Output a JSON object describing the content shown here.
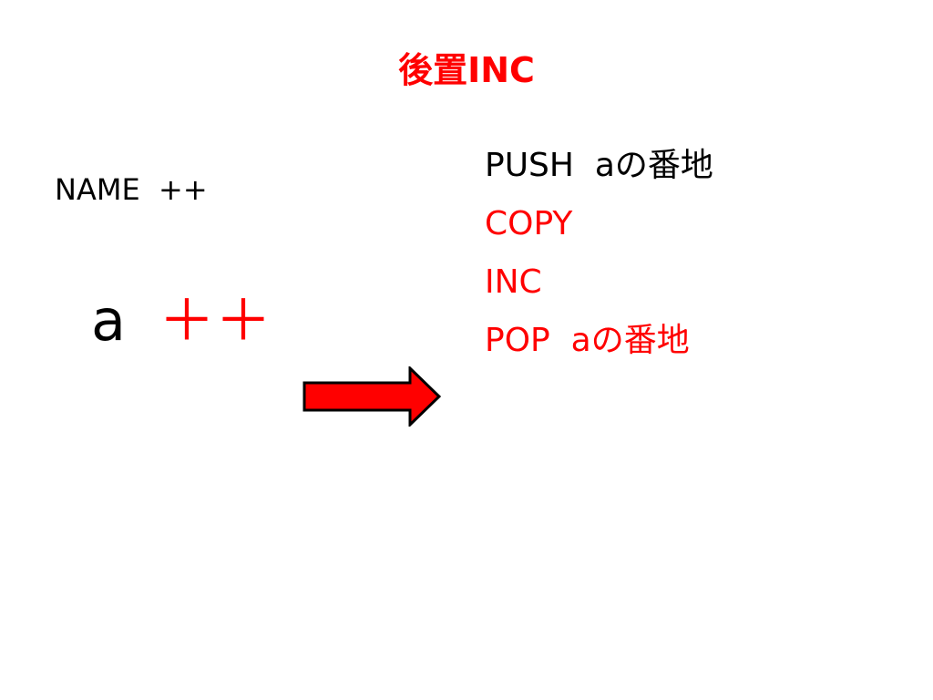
{
  "colors": {
    "accent": "#ff0000",
    "text": "#000000",
    "background": "#ffffff"
  },
  "slide": {
    "title": "後置INC",
    "syntax_rule": "NAME  ++",
    "expression": {
      "operand": "a",
      "operator": "＋＋"
    },
    "arrow_icon": "right-arrow-icon",
    "code": [
      {
        "text": "PUSH  aの番地",
        "color": "#000000"
      },
      {
        "text": "COPY",
        "color": "#ff0000"
      },
      {
        "text": "INC",
        "color": "#ff0000"
      },
      {
        "text": "POP  aの番地",
        "color": "#ff0000"
      }
    ]
  }
}
